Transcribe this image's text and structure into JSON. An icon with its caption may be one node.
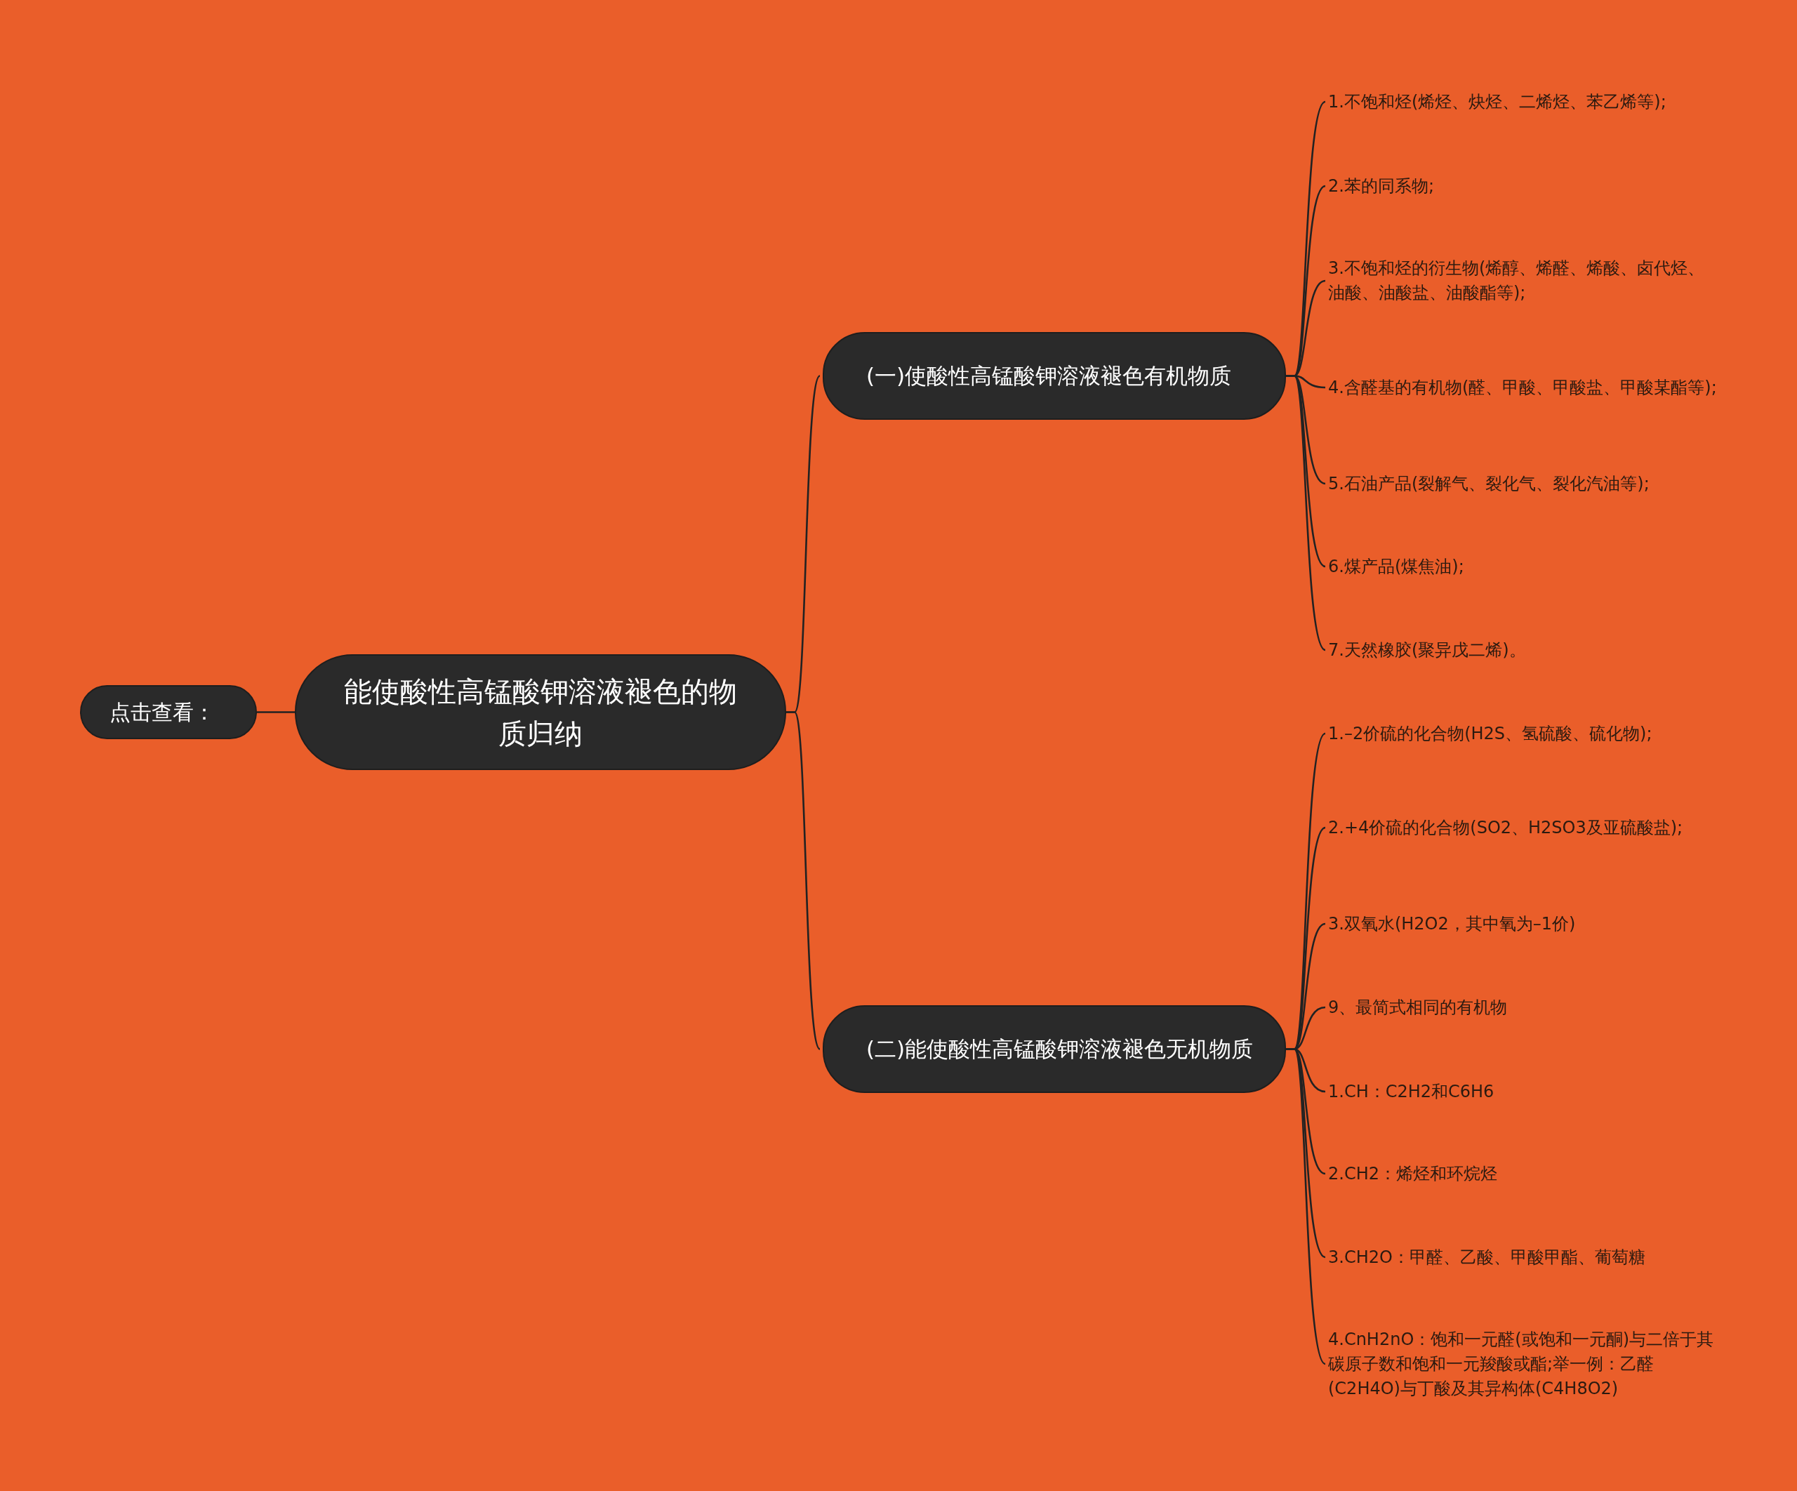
{
  "diagram": {
    "nodes": [
      {
        "text": [
          "能使酸性高锰酸钾溶液褪色的物质归纳"
        ]
      },
      {
        "text": [
          "点击查看："
        ]
      },
      {
        "text": [
          "(一)使酸性高锰酸钾溶液褪色有机物质"
        ]
      },
      {
        "text": [
          "1.不饱和烃(烯烃、炔烃、二烯烃、苯乙烯等);"
        ]
      },
      {
        "text": [
          "2.苯的同系物;"
        ]
      },
      {
        "text": [
          "3.不饱和烃的衍生物(烯醇、烯醛、烯酸、卤代烃、油酸、油酸盐、油酸酯等);"
        ]
      },
      {
        "text": [
          "4.含醛基的有机物(醛、甲酸、甲酸盐、甲酸某酯等);"
        ]
      },
      {
        "text": [
          "5.石油产品(裂解气、裂化气、裂化汽油等);"
        ]
      },
      {
        "text": [
          "6.煤产品(煤焦油);"
        ]
      },
      {
        "text": [
          "7.天然橡胶(聚异戊二烯)。"
        ]
      },
      {
        "text": [
          "(二)能使酸性高锰酸钾溶液褪色无机物质"
        ]
      },
      {
        "text": [
          "1.–2价硫的化合物(H2S、氢硫酸、硫化物);"
        ]
      },
      {
        "text": [
          "2.+4价硫的化合物(SO2、H2SO3及亚硫酸盐);"
        ]
      },
      {
        "text": [
          "3.双氧水(H2O2，其中氧为–1价)"
        ]
      },
      {
        "text": [
          "9、最简式相同的有机物"
        ]
      },
      {
        "text": [
          "1.CH：C2H2和C6H6"
        ]
      },
      {
        "text": [
          "2.CH2：烯烃和环烷烃"
        ]
      },
      {
        "text": [
          "3.CH2O：甲醛、乙酸、甲酸甲酯、葡萄糖"
        ]
      },
      {
        "text": [
          "4.CnH2nO：饱和一元醛(或饱和一元酮)与二倍于其碳原子数和饱和一元羧酸或酯;举一例：乙醛(C2H4O)与丁酸及其异构体(C4H8O2)"
        ]
      }
    ],
    "edges": [
      {
        "from": 0,
        "to": 1,
        "arrow": "none"
      },
      {
        "from": 0,
        "to": 2,
        "arrow": "none"
      },
      {
        "from": 2,
        "to": 3,
        "arrow": "none"
      },
      {
        "from": 2,
        "to": 4,
        "arrow": "none"
      },
      {
        "from": 2,
        "to": 5,
        "arrow": "none"
      },
      {
        "from": 2,
        "to": 6,
        "arrow": "none"
      },
      {
        "from": 2,
        "to": 7,
        "arrow": "none"
      },
      {
        "from": 2,
        "to": 8,
        "arrow": "none"
      },
      {
        "from": 2,
        "to": 9,
        "arrow": "none"
      },
      {
        "from": 0,
        "to": 10,
        "arrow": "none"
      },
      {
        "from": 10,
        "to": 11,
        "arrow": "none"
      },
      {
        "from": 10,
        "to": 12,
        "arrow": "none"
      },
      {
        "from": 10,
        "to": 13,
        "arrow": "none"
      },
      {
        "from": 10,
        "to": 14,
        "arrow": "none"
      },
      {
        "from": 10,
        "to": 15,
        "arrow": "none"
      },
      {
        "from": 10,
        "to": 16,
        "arrow": "none"
      },
      {
        "from": 10,
        "to": 17,
        "arrow": "none"
      },
      {
        "from": 10,
        "to": 18,
        "arrow": "none"
      }
    ]
  }
}
